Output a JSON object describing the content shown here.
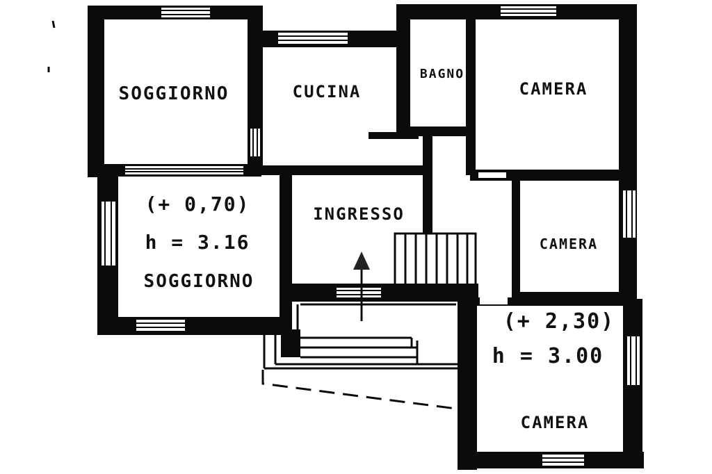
{
  "rooms": {
    "soggiorno_top": "SOGGIORNO",
    "cucina": "CUCINA",
    "bagno": "BAGNO",
    "camera_top": "CAMERA",
    "camera_mid": "CAMERA",
    "camera_bottom": "CAMERA",
    "ingresso": "INGRESSO",
    "soggiorno_low": "SOGGIORNO"
  },
  "levels": {
    "soggiorno_low_level": "(+ 0,70)",
    "soggiorno_low_height": "h = 3.16",
    "camera_bottom_level": "(+ 2,30)",
    "camera_bottom_height": "h = 3.00"
  }
}
